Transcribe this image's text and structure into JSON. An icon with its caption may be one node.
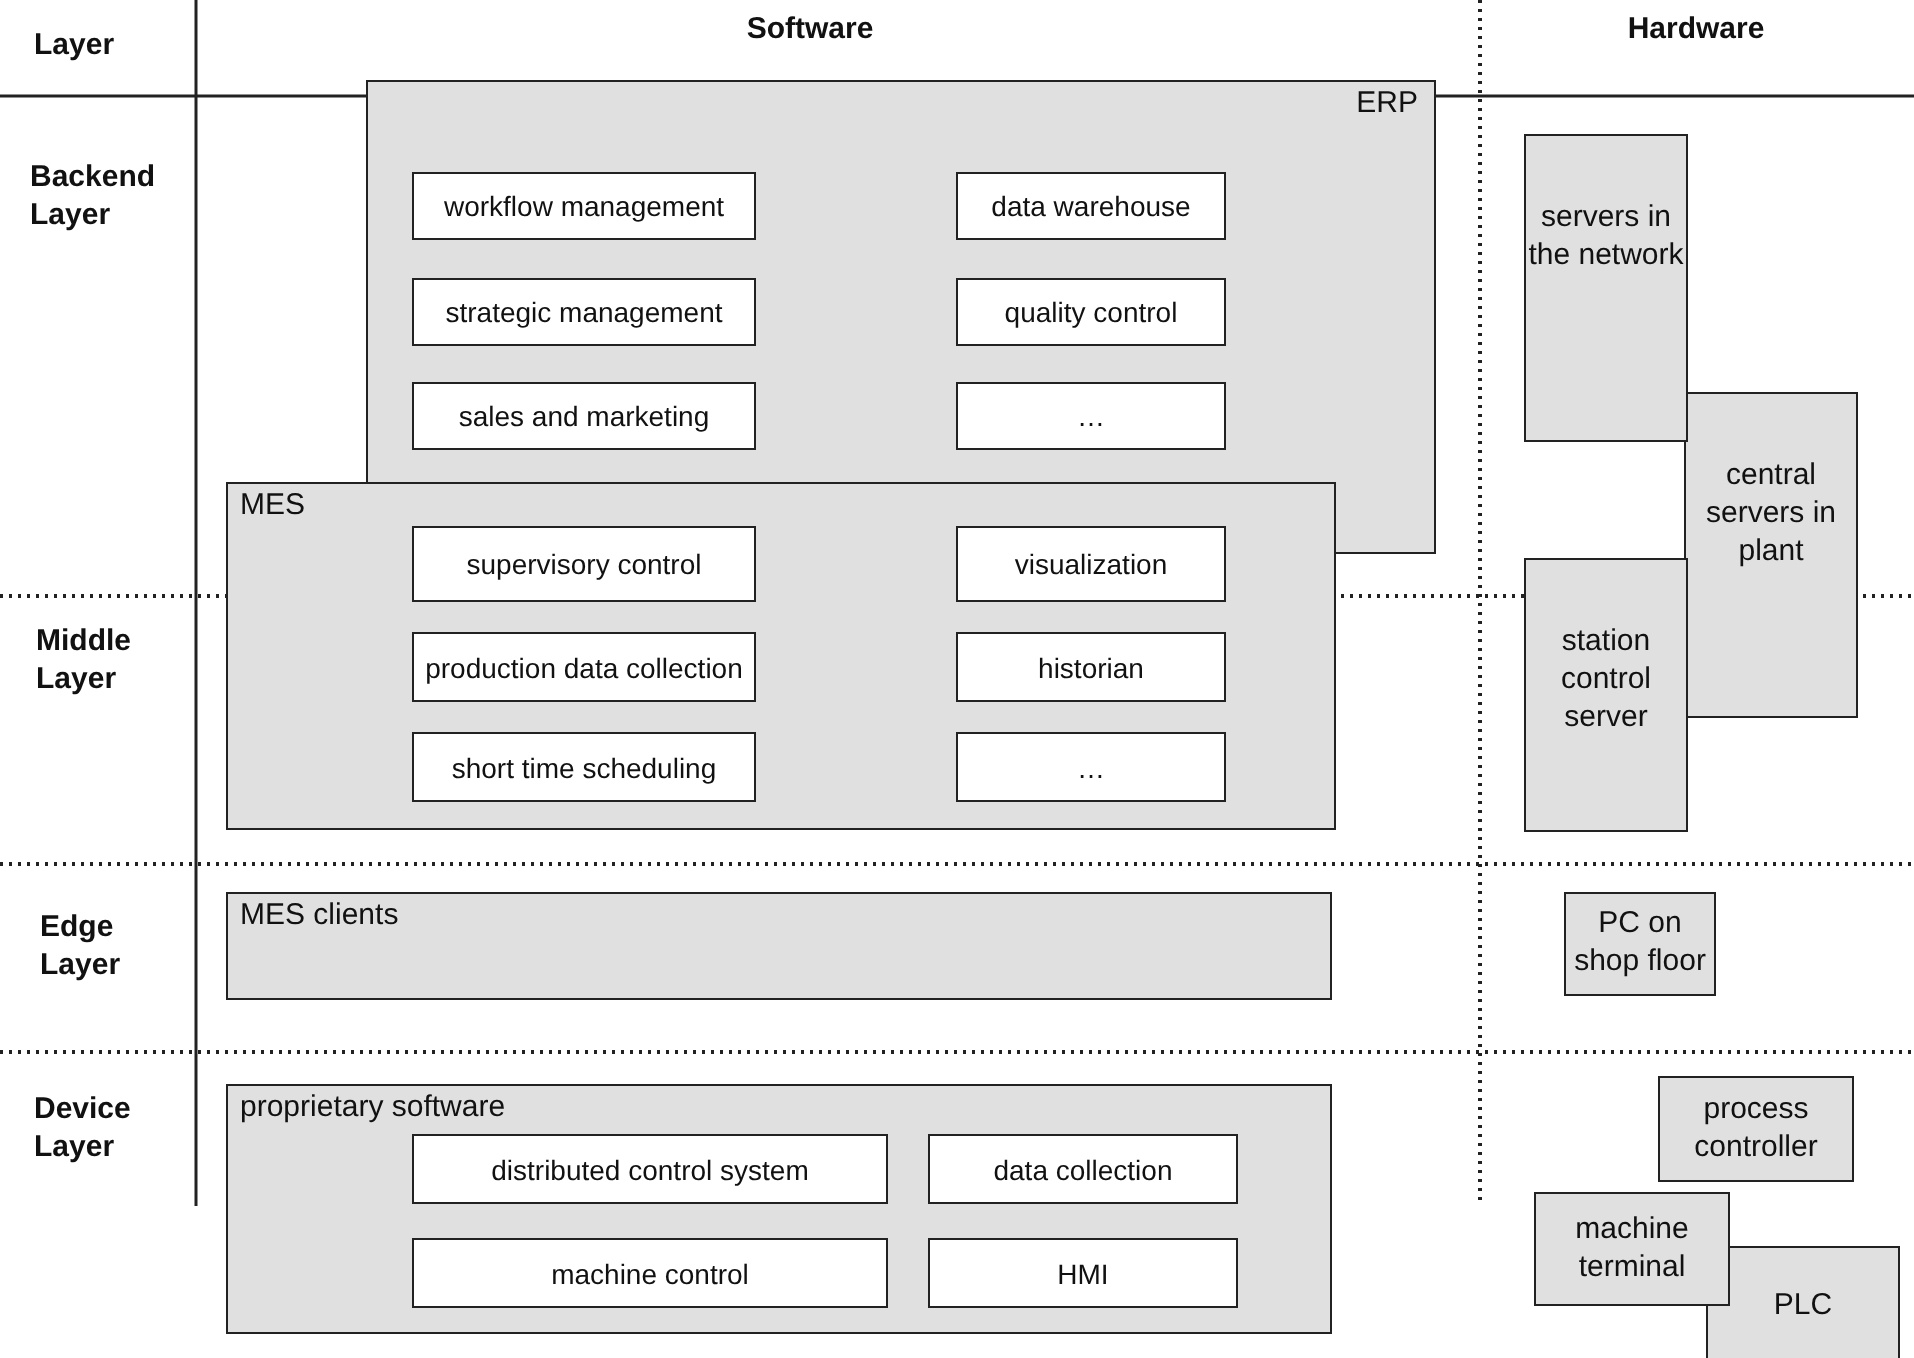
{
  "diagram": {
    "nodes": [
      {
        "text": [
          "ERP"
        ]
      },
      {
        "text": [
          "workflow management"
        ],
        "in": 0
      },
      {
        "text": [
          "data warehouse"
        ],
        "in": 0
      },
      {
        "text": [
          "strategic management"
        ],
        "in": 0
      },
      {
        "text": [
          "quality control"
        ],
        "in": 0
      },
      {
        "text": [
          "sales and marketing"
        ],
        "in": 0
      },
      {
        "text": [
          "…"
        ],
        "in": 0
      },
      {
        "text": [
          "MES"
        ]
      },
      {
        "text": [
          "supervisory control"
        ],
        "in": 7
      },
      {
        "text": [
          "visualization"
        ],
        "in": 7
      },
      {
        "text": [
          "production data collection"
        ],
        "in": 7
      },
      {
        "text": [
          "historian"
        ],
        "in": 7
      },
      {
        "text": [
          "short time scheduling"
        ],
        "in": 7
      },
      {
        "text": [
          "…"
        ],
        "in": 7
      },
      {
        "text": [
          "MES clients"
        ]
      },
      {
        "text": [
          "proprietary software"
        ]
      },
      {
        "text": [
          "distributed control system"
        ],
        "in": 15
      },
      {
        "text": [
          "data collection"
        ],
        "in": 15
      },
      {
        "text": [
          "machine control"
        ],
        "in": 15
      },
      {
        "text": [
          "HMI"
        ],
        "in": 15
      },
      {
        "text": [
          "servers in the network"
        ]
      },
      {
        "text": [
          "central servers in plant"
        ]
      },
      {
        "text": [
          "station control server"
        ]
      },
      {
        "text": [
          "PC on shop floor"
        ]
      },
      {
        "text": [
          "process controller"
        ]
      },
      {
        "text": [
          "machine terminal"
        ]
      },
      {
        "text": [
          "PLC"
        ]
      }
    ],
    "labels": [
      "Layer",
      "Software",
      "Hardware",
      "Backend Layer",
      "Middle Layer",
      "Edge Layer",
      "Device Layer"
    ]
  }
}
